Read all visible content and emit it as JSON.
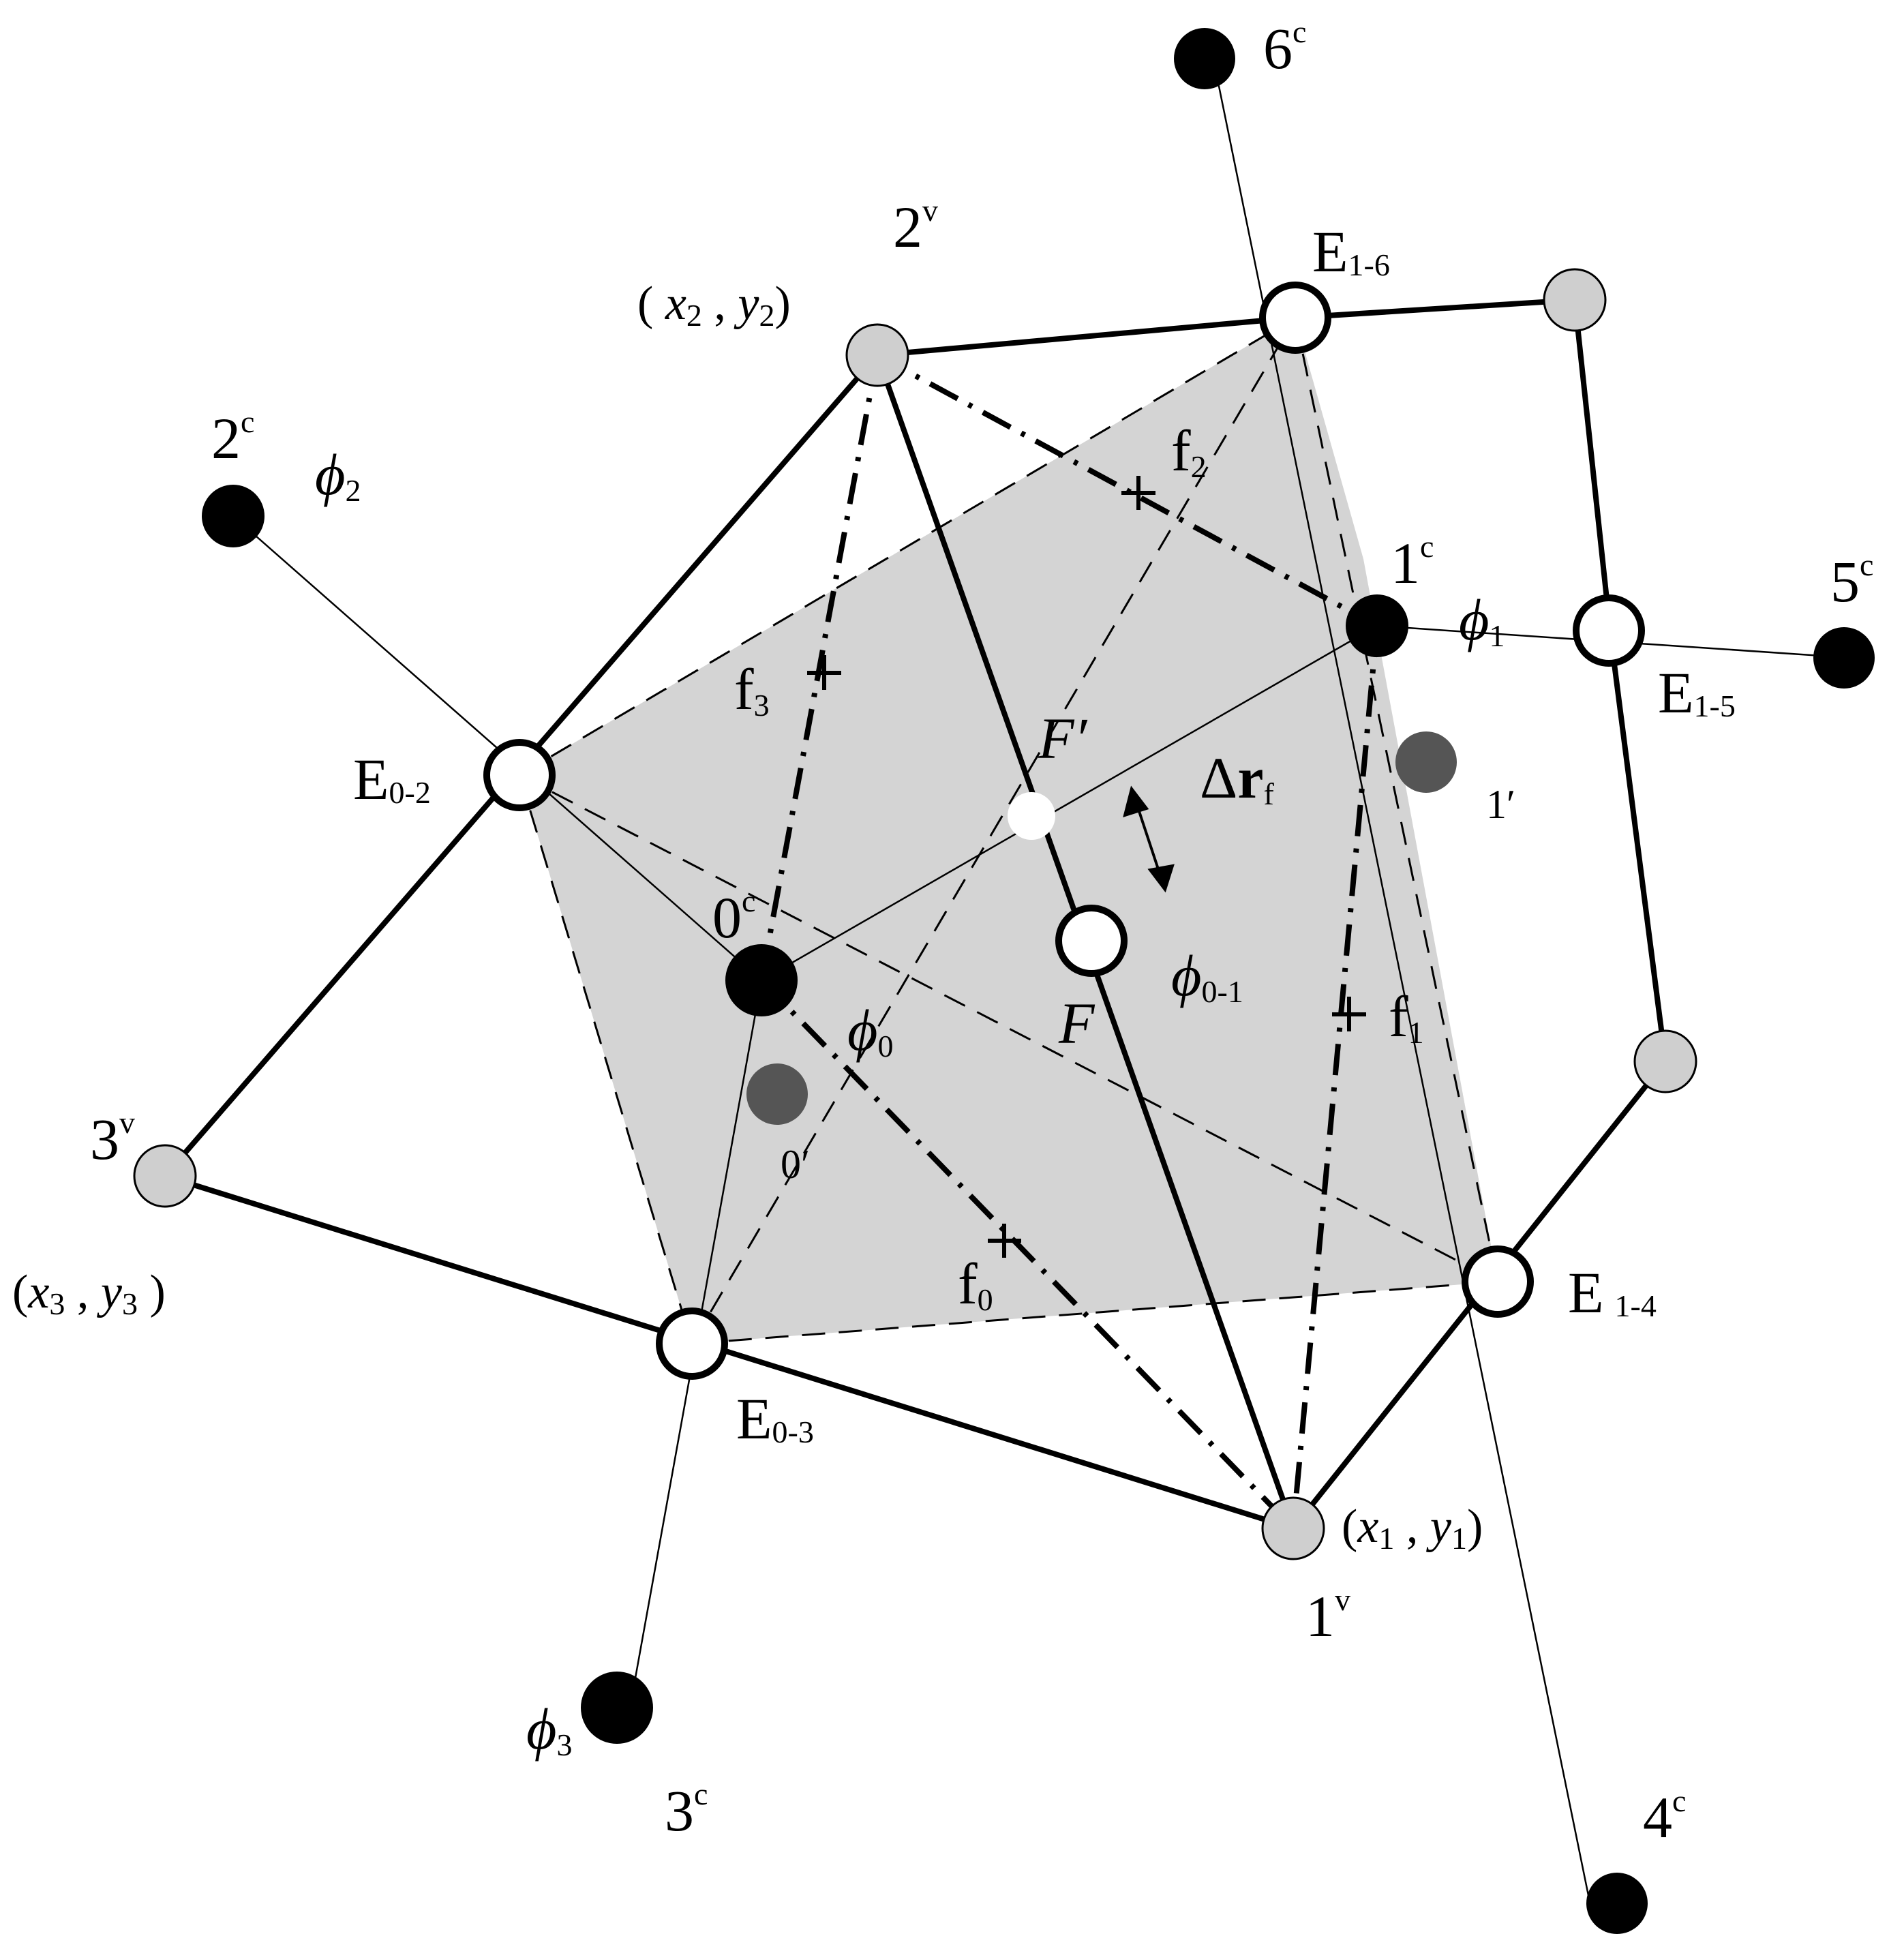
{
  "labels": {
    "v1": {
      "base": "1",
      "sup": "v"
    },
    "v2": {
      "base": "2",
      "sup": "v"
    },
    "v3": {
      "base": "3",
      "sup": "v"
    },
    "c0": {
      "base": "0",
      "sup": "c"
    },
    "c1": {
      "base": "1",
      "sup": "c"
    },
    "c2": {
      "base": "2",
      "sup": "c"
    },
    "c3": {
      "base": "3",
      "sup": "c"
    },
    "c4": {
      "base": "4",
      "sup": "c"
    },
    "c5": {
      "base": "5",
      "sup": "c"
    },
    "c6": {
      "base": "6",
      "sup": "c"
    },
    "e02": {
      "base": "E",
      "sub": "0-2"
    },
    "e03": {
      "base": "E",
      "sub": "0-3"
    },
    "e14": {
      "base": "E",
      "sub": "1-4"
    },
    "e15": {
      "base": "E",
      "sub": "1-5"
    },
    "e16": {
      "base": "E",
      "sub": "1-6"
    },
    "coord1": {
      "open": "(",
      "x": "x",
      "xs": "1",
      "comma": " , ",
      "y": "y",
      "ys": "1",
      "close": ")"
    },
    "coord2": {
      "open": "( ",
      "x": "x",
      "xs": "2",
      "comma": " , ",
      "y": "y",
      "ys": "2",
      "close": ")"
    },
    "coord3": {
      "open": "(",
      "x": "x",
      "xs": "3",
      "comma": " , ",
      "y": "y",
      "ys": "3",
      "close": " )"
    },
    "phi0": {
      "base": "ϕ",
      "sub": "0"
    },
    "phi1": {
      "base": "ϕ",
      "sub": "1"
    },
    "phi2": {
      "base": "ϕ",
      "sub": "2"
    },
    "phi3": {
      "base": "ϕ",
      "sub": "3"
    },
    "phi01": {
      "base": "ϕ",
      "sub": "0-1"
    },
    "f0": {
      "base": "f",
      "sub": "0"
    },
    "f1": {
      "base": "f",
      "sub": "1"
    },
    "f2": {
      "base": "f",
      "sub": "2"
    },
    "f3": {
      "base": "f",
      "sub": "3"
    },
    "F": "F",
    "Fprime": "F′",
    "dr": {
      "delta": "Δ",
      "r": "r",
      "sub": "f"
    },
    "p0prime": "0′",
    "p1prime": "1′"
  },
  "colors": {
    "shade": "#d4d4d4",
    "vertex_fill": "#cfcfcf",
    "center_fill": "#000000",
    "shifted_fill": "#555555",
    "line": "#000000"
  }
}
